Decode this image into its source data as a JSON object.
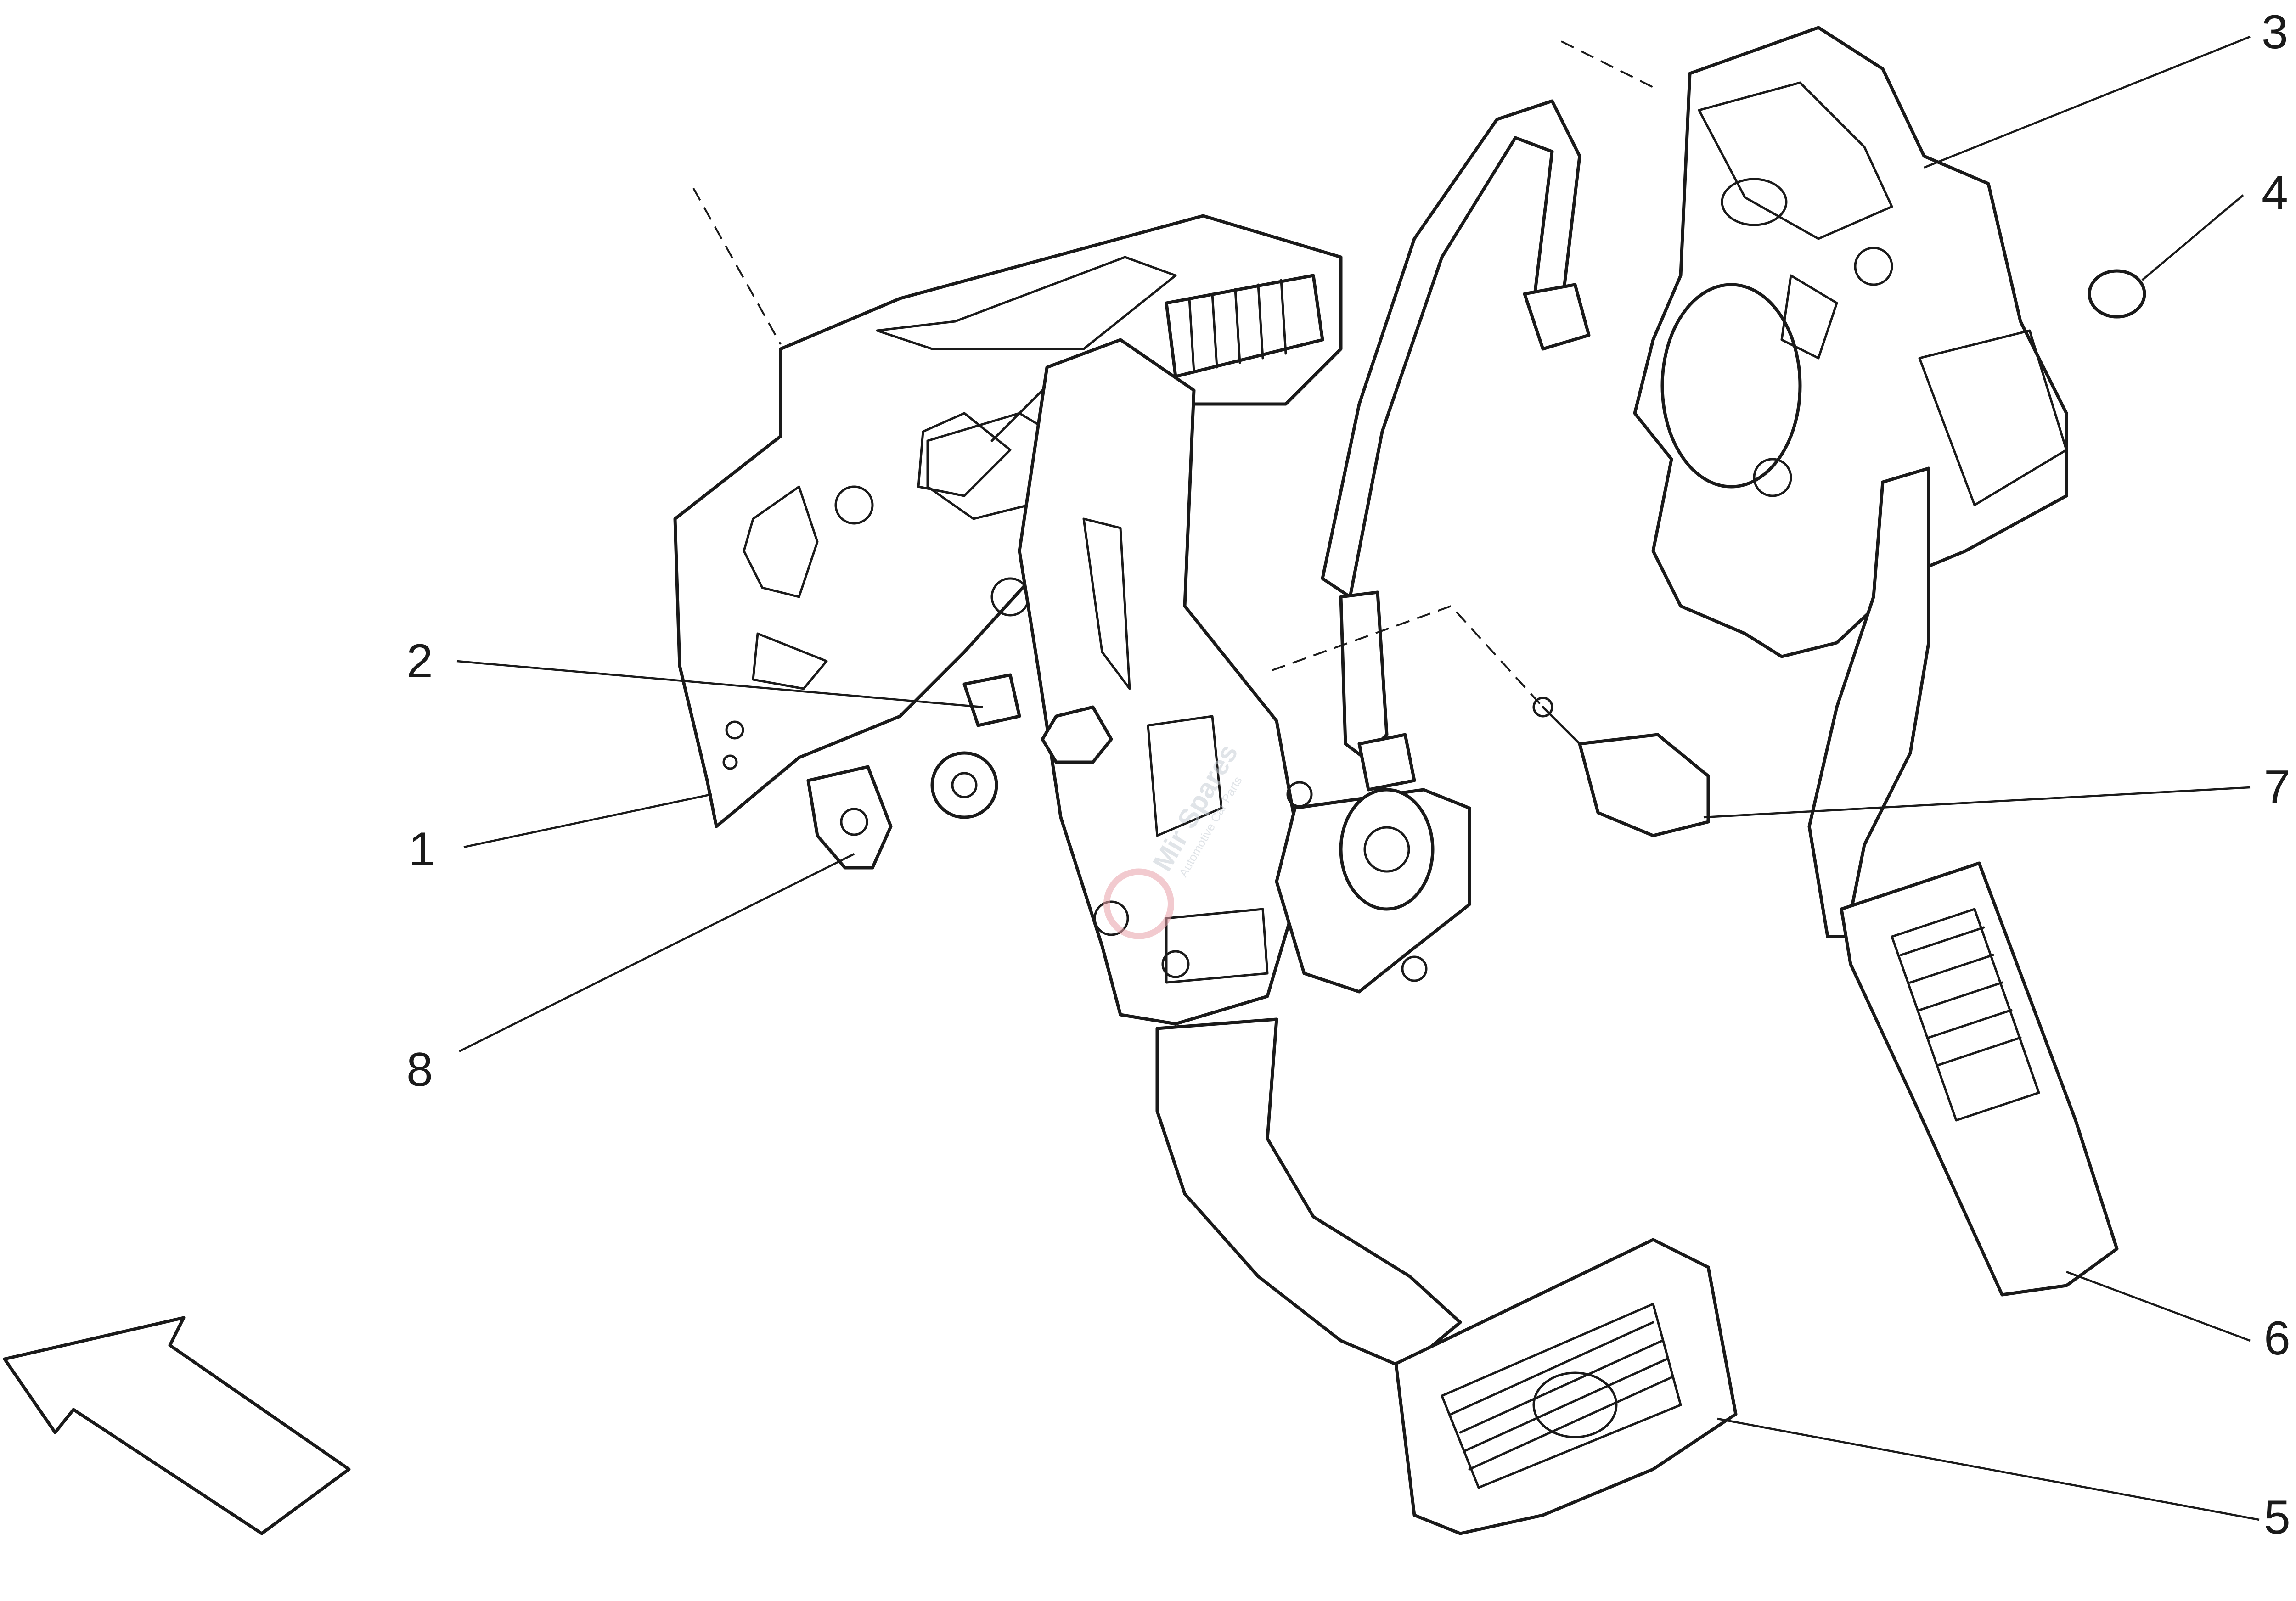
{
  "callouts": [
    {
      "id": "1",
      "label": "1"
    },
    {
      "id": "2",
      "label": "2"
    },
    {
      "id": "3",
      "label": "3"
    },
    {
      "id": "4",
      "label": "4"
    },
    {
      "id": "5",
      "label": "5"
    },
    {
      "id": "6",
      "label": "6"
    },
    {
      "id": "7",
      "label": "7"
    },
    {
      "id": "8",
      "label": "8"
    }
  ],
  "watermark": {
    "brand": "Mir Spares",
    "tagline": "Automotive Car Parts"
  },
  "colors": {
    "line": "#1a1a1a",
    "background": "#ffffff",
    "watermark": "#c8ced6",
    "watermark_accent": "#e8a0a8"
  }
}
